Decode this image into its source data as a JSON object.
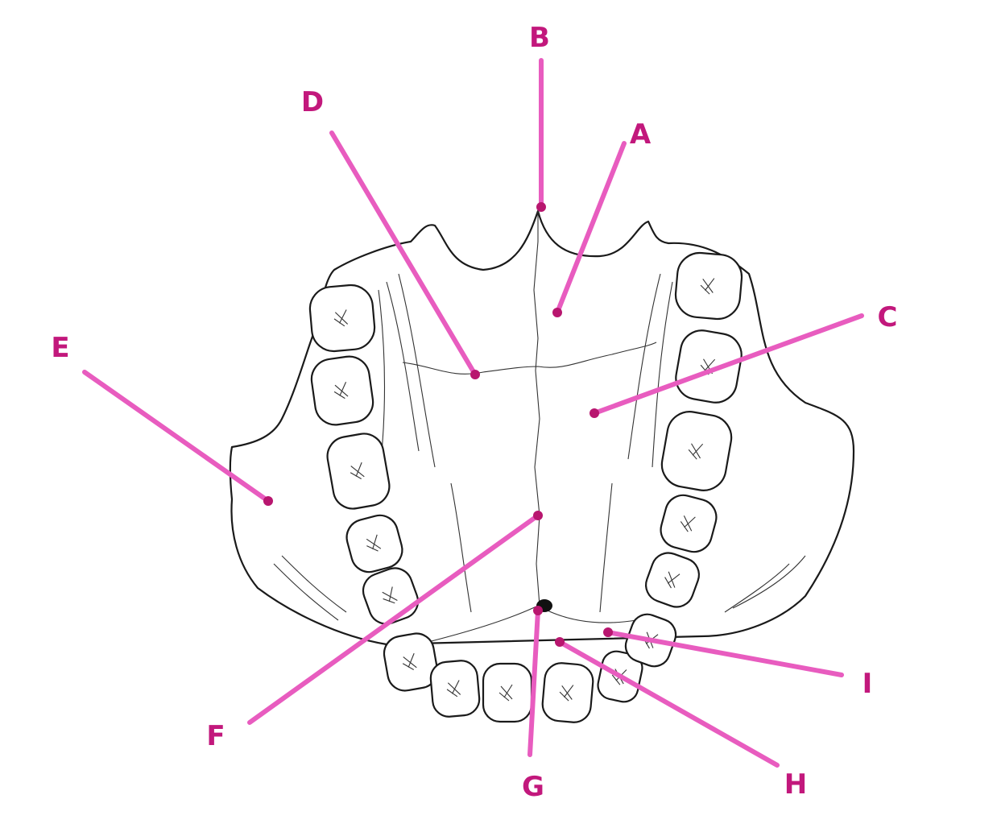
{
  "diagram": {
    "labels": [
      "A",
      "B",
      "C",
      "D",
      "E",
      "F",
      "G",
      "H",
      "I"
    ],
    "colors": {
      "leader": "#e85cbf",
      "dot": "#b8166f",
      "label": "#c2187c",
      "ink": "#1a1a1a"
    }
  }
}
